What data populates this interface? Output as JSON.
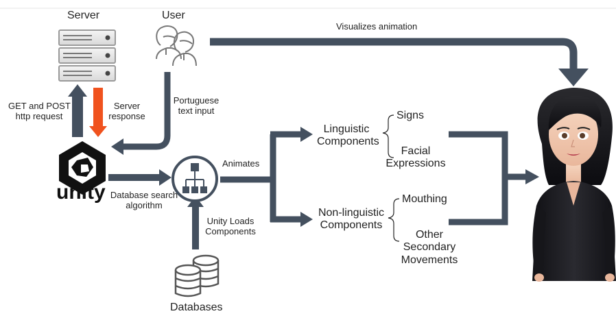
{
  "nodes": {
    "server": "Server",
    "user": "User",
    "unity_logo": "unity",
    "databases": "Databases"
  },
  "edges": {
    "get_post_line1": "GET and POST",
    "get_post_line2": "http request",
    "server_response_line1": "Server",
    "server_response_line2": "response",
    "portuguese_line1": "Portuguese",
    "portuguese_line2": "text input",
    "visualizes": "Visualizes animation",
    "db_search_line1": "Database search",
    "db_search_line2": "algorithm",
    "unity_loads_line1": "Unity Loads",
    "unity_loads_line2": "Components",
    "animates": "Animates"
  },
  "components": {
    "linguistic_line1": "Linguistic",
    "linguistic_line2": "Components",
    "nonlinguistic_line1": "Non-linguistic",
    "nonlinguistic_line2": "Components"
  },
  "sub_components": {
    "signs": "Signs",
    "facial_line1": "Facial",
    "facial_line2": "Expressions",
    "mouthing": "Mouthing",
    "other_line1": "Other",
    "other_line2": "Secondary",
    "other_line3": "Movements"
  },
  "colors": {
    "arrow": "#44505f",
    "response_arrow": "#f0521e",
    "text": "#222222"
  }
}
